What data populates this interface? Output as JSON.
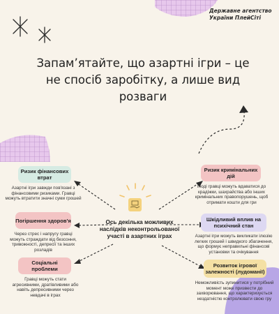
{
  "header": {
    "agency": "Державне агентство України ПлейСіті",
    "headline": "Запам’ятайте, що азартні ігри – це не спосіб заробітку, а лише вид розваги"
  },
  "center": {
    "title": "Ось декілька можливих наслідків неконтрольованої участі в азартних іграх",
    "icon": "money-hand-icon"
  },
  "consequences": [
    {
      "id": "financial",
      "title": "Ризик фінансових втрат",
      "text": "Азартні ігри завжди пов'язані з фінансовими ризиками. Гравці можуть втратити значні суми грошей",
      "color": "#d6ebe3"
    },
    {
      "id": "health",
      "title": "Погіршення здоров'я",
      "text": "Через стрес і напругу гравці можуть страждати від безсоння, тривожності, депресії та інших розладів",
      "color": "#f3c4c4"
    },
    {
      "id": "social",
      "title": "Соціальні проблеми",
      "text": "Гравці можуть стати агресивними, дратівливими або навіть депресивними через невдачі в іграх",
      "color": "#f3c4c4"
    },
    {
      "id": "criminal",
      "title": "Ризик кримінальних дій",
      "text": "Іноді гравці можуть вдаватися до крадіжки, шахрайства або інших кримінальних правопорушень, щоб отримати кошти для гри",
      "color": "#f3c4c4"
    },
    {
      "id": "psyche",
      "title": "Шкідливий вплив на психічний стан",
      "text": "Азартні ігри можуть викликати ілюзію легких грошей і швидкого збагачення, що формує неправильні фінансові установки та очікування",
      "color": "#ddd8f2"
    },
    {
      "id": "addiction",
      "title": "Розвиток ігрової залежності (лудоманії)",
      "text": "Неможливість зупинитися у потрібний момент може призвести до захворювання, що характеризується нездатністю контролювати свою гру",
      "color": "#f4e0a4"
    }
  ]
}
